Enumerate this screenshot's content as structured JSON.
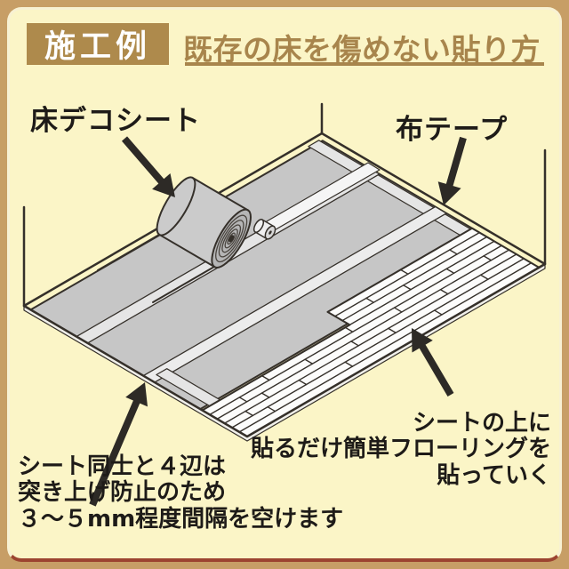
{
  "header": {
    "badge": "施工例",
    "title": "既存の床を傷めない貼り方"
  },
  "diagram_labels": {
    "sheet_roll": "床デコシート",
    "cloth_tape": "布テープ"
  },
  "notes": {
    "gap_note": {
      "line1": "シート同士と４辺は",
      "line2": "突き上げ防止のため",
      "line3": "３〜５mm程度間隔を空けます"
    },
    "flooring_note": {
      "line1": "シートの上に",
      "line2": "貼るだけ簡単フローリングを",
      "line3": "貼っていく"
    }
  },
  "colors": {
    "page_bg": "#C79E66",
    "card_bg": "#FBF5C7",
    "card_edge": "#F8F1D3",
    "card_bottom": "#9C4430",
    "badge_bg": "#AE8A4C",
    "badge_text": "#FFFFFF",
    "title": "#A8854C",
    "text": "#1E1B18",
    "ink": "#35302A",
    "sheet": "#C6C6C6",
    "roll": "#CBCBCB",
    "roll_face": "#B5B5B5",
    "roll_rings": "#4A453F",
    "tape_strip": "#E5E5E5",
    "gap_strip": "#ECECEC",
    "tape_band": "#F5F5F5",
    "plank": "#FCFCFB",
    "edge_band": "#F0EFEA",
    "arrow": "#2D2A26"
  }
}
